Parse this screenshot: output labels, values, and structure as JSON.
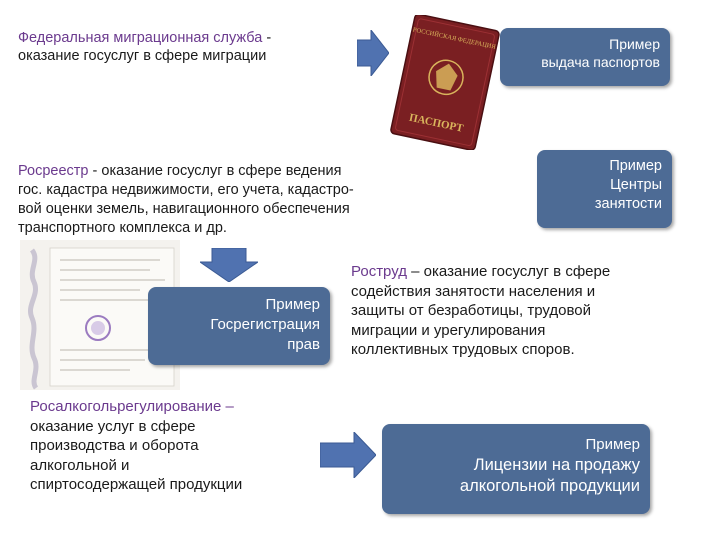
{
  "fms": {
    "org": "Федеральная миграционная служба",
    "desc_line1": " -",
    "desc_line2": "оказание госуслуг в сфере миграции"
  },
  "fms_example": {
    "line1": "Пример",
    "line2": "выдача паспортов"
  },
  "passport": {
    "top_text": "РОССИЙСКАЯ ФЕДЕРАЦИЯ",
    "bottom_text": "ПАСПОРТ"
  },
  "rosreestr": {
    "org": "Росреестр",
    "line1": "  - оказание госуслуг в сфере ведения",
    "line2": "гос. кадастра недвижимости, его учета, кадастро-",
    "line3": "вой оценки земель, навигационного обеспечения",
    "line4": "транспортного комплекса и др."
  },
  "rosreestr_example": {
    "line1": "Пример",
    "line2": "Госрегистрация",
    "line3": "прав"
  },
  "rostrud": {
    "org": "Роструд",
    "line1": " – оказание госуслуг  в сфере",
    "line2": "содействия занятости населения и",
    "line3": "защиты от безработицы, трудовой",
    "line4": "миграции и урегулирования",
    "line5": "коллективных трудовых споров."
  },
  "rostrud_example": {
    "line1": "Пример",
    "line2": "Центры",
    "line3": "занятости"
  },
  "rosalko": {
    "org": "Росалкогольрегулирование –",
    "line1": "оказание услуг в сфере",
    "line2": "производства и оборота",
    "line3": "алкогольной и",
    "line4": "спиртосодержащей продукции"
  },
  "rosalko_example": {
    "line1": "Пример",
    "line2": "Лицензии на продажу",
    "line3": "алкогольной продукции"
  },
  "colors": {
    "box_fill": "#4d6b95",
    "arrow_fill": "#5072b0",
    "org_highlight": "#6b3a8e",
    "passport_cover": "#7a1f22"
  }
}
